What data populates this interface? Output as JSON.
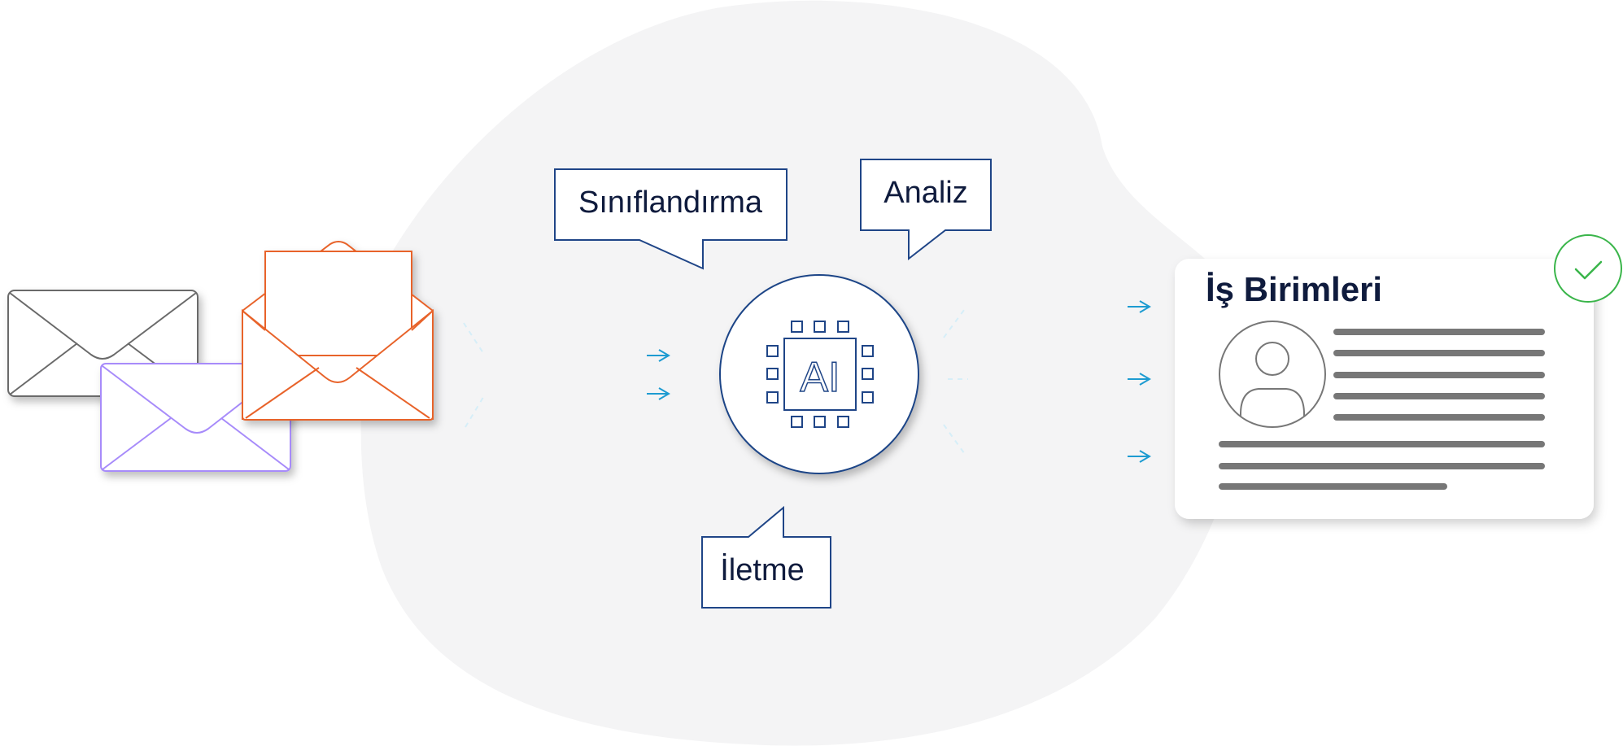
{
  "labels": {
    "classification": "Sınıflandırma",
    "analysis": "Analiz",
    "forwarding": "İletme",
    "chip": "AI"
  },
  "card": {
    "title": "İş Birimleri"
  },
  "colors": {
    "blob": "#f4f4f5",
    "navy": "#1f4587",
    "arrow": "#1d9bd1",
    "envelope_gray": "#6a6a6a",
    "envelope_purple": "#a78bfa",
    "envelope_orange": "#e8642c",
    "check_green": "#3ab54a",
    "text_lines": "#777777"
  },
  "icons": [
    "envelope-icon",
    "open-envelope-icon",
    "ai-chip-icon",
    "user-avatar-icon",
    "check-icon",
    "arrow-icon"
  ]
}
